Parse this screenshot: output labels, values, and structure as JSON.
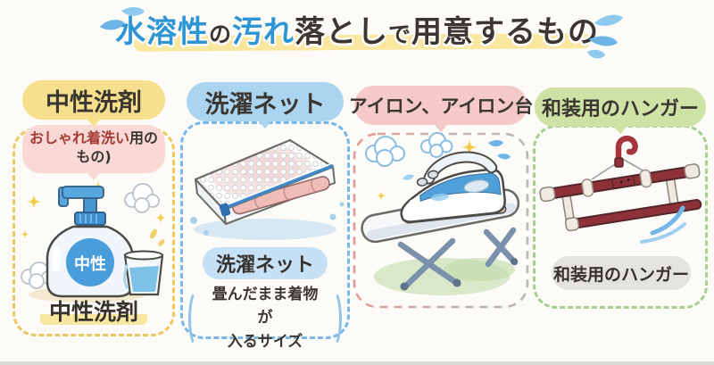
{
  "title": {
    "segments": [
      {
        "text": "水溶性",
        "emphasis": "blue"
      },
      {
        "text": "の",
        "emphasis": "dark-small"
      },
      {
        "text": "汚れ",
        "emphasis": "blue"
      },
      {
        "text": "落とし",
        "emphasis": "dark"
      },
      {
        "text": "で",
        "emphasis": "dark-small"
      },
      {
        "text": "用意するもの",
        "emphasis": "dark"
      }
    ]
  },
  "columns": {
    "detergent": {
      "header": "中性洗剤",
      "note_red": "おしゃれ着洗い",
      "note_dark": "用の",
      "note_line2": "もの)",
      "bottle_label": "中性",
      "caption": "中性洗剤"
    },
    "laundry_net": {
      "header": "洗濯ネット",
      "sub_label": "洗濯ネット",
      "size_note_line1": "畳んだまま着物が",
      "size_note_line2": "入るサイズ"
    },
    "iron": {
      "header": "アイロン、アイロン台"
    },
    "hanger": {
      "header": "和装用のハンガー",
      "caption": "和装用のハンガー"
    }
  },
  "colors": {
    "title_blue": "#2e95d5",
    "text_dark": "#3b3630",
    "highlight_yellow": "#f9e7a0",
    "badge_yellow": "#f6e08d",
    "badge_blue": "#abd4f0",
    "badge_pink": "#f5c9c7",
    "badge_green": "#cfe2a6",
    "dashed_yellow": "#edc75f",
    "dashed_blue": "#79b9e9",
    "dashed_pink": "#e89a94",
    "dashed_gray": "#b9b9b4",
    "dashed_green": "#a9cf90",
    "note_pink_bg": "#f9d8d5",
    "note_red_text": "#a43b33",
    "caption_gray_bg": "#e4e3df",
    "hanger_red": "#8e3138",
    "iron_blue": "#4f9fd8"
  }
}
